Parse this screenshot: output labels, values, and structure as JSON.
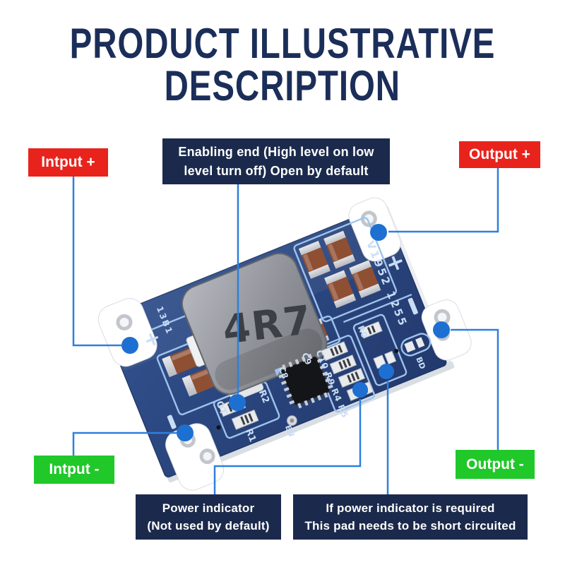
{
  "title": {
    "line1": "PRODUCT ILLUSTRATIVE",
    "line2": "DESCRIPTION"
  },
  "callouts": {
    "input_plus": {
      "label": "Intput +"
    },
    "output_plus": {
      "label": "Output +"
    },
    "input_minus": {
      "label": "Intput -"
    },
    "output_minus": {
      "label": "Output -"
    },
    "enable": {
      "line1": "Enabling end (High level on low",
      "line2": "level turn off) Open by default"
    },
    "power_indicator": {
      "line1": "Power indicator",
      "line2": "(Not used by default)"
    },
    "short_pad": {
      "line1": "If power indicator is required",
      "line2": "This pad needs to be short circuited"
    }
  },
  "pcb": {
    "inductor_marking": "4R7",
    "silkscreen": {
      "batch": "V1952 1255",
      "plus_output": "+",
      "plus_input": "+",
      "side_code": "13B1",
      "r0": "R0",
      "c8": "C8",
      "c9": "C9",
      "resistor_row": "C10 R9 R4 R5",
      "r1": "R1",
      "r2": "R2",
      "en": "EN",
      "ot": "OT",
      "bd": "BD"
    }
  },
  "colors": {
    "title_navy": "#1b2e59",
    "label_red": "#e8231c",
    "label_green": "#20c829",
    "box_navy": "#1b2a4c",
    "callout_line": "#2e80dc",
    "callout_dot": "#1d70d2",
    "board_blue": "#2b4787",
    "silkscreen": "#c9def6"
  }
}
